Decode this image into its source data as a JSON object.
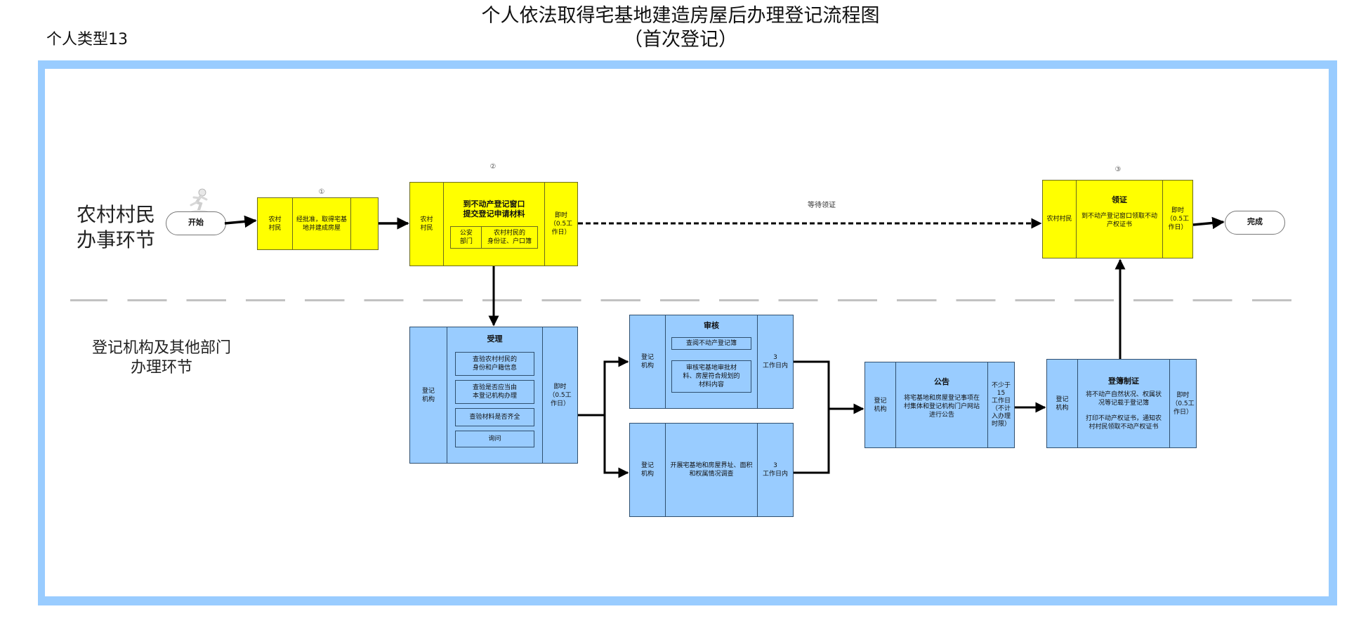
{
  "header": {
    "title": "个人依法取得宅基地建造房屋后办理登记流程图",
    "subtitle": "（首次登记）",
    "type_label": "个人类型13"
  },
  "lanes": {
    "villager": "农村村民\n办事环节",
    "villager_line1": "农村村民",
    "villager_line2": "办事环节",
    "agency_line1": "登记机构及其他部门",
    "agency_line2": "办理环节"
  },
  "terminals": {
    "start": "开始",
    "finish": "完成"
  },
  "step_numbers": [
    "①",
    "②",
    "③"
  ],
  "wait_label": "等待领证",
  "step1": {
    "actor": [
      "农村",
      "村民"
    ],
    "content": [
      "经批准，取得宅基",
      "地并建成房屋"
    ],
    "time": ""
  },
  "step2": {
    "actor": [
      "农村",
      "村民"
    ],
    "heading": [
      "到不动产登记窗口",
      "提交登记申请材料"
    ],
    "inner_left": [
      "公安",
      "部门"
    ],
    "inner_right": [
      "农村村民的",
      "身份证、户口簿"
    ],
    "time": [
      "即时",
      "（0.5工",
      "作日）"
    ]
  },
  "step3": {
    "actor": "农村村民",
    "heading": "领证",
    "content": [
      "到不动产登记窗口领取不动",
      "产权证书"
    ],
    "time": [
      "即时",
      "（0.5工",
      "作日）"
    ]
  },
  "accept": {
    "actor": [
      "登记",
      "机构"
    ],
    "heading": "受理",
    "items": [
      [
        "查验农村村民的",
        "身份和户籍信息"
      ],
      [
        "查验是否应当由",
        "本登记机构办理"
      ],
      [
        "查验材料是否齐全"
      ],
      [
        "询问"
      ]
    ],
    "time": [
      "即时",
      "（0.5工",
      "作日）"
    ]
  },
  "review": {
    "actor": [
      "登记",
      "机构"
    ],
    "heading": "审核",
    "items": [
      [
        "查阅不动产登记簿"
      ],
      [
        "审核宅基地审批材",
        "料、房屋符合规划的",
        "材料内容"
      ]
    ],
    "time": [
      "3",
      "工作日内"
    ]
  },
  "survey": {
    "actor": [
      "登记",
      "机构"
    ],
    "content": [
      "开展宅基地和房屋界址、面积",
      "和权属情况调查"
    ],
    "time": [
      "3",
      "工作日内"
    ]
  },
  "notice": {
    "actor": [
      "登记",
      "机构"
    ],
    "heading": "公告",
    "content": [
      "将宅基地和房屋登记事项在",
      "村集体和登记机构门户网站",
      "进行公告"
    ],
    "time": [
      "不少于",
      "15",
      "工作日",
      "（不计",
      "入办理",
      "时限）"
    ]
  },
  "certify": {
    "actor": [
      "登记",
      "机构"
    ],
    "heading": "登簿制证",
    "content1": [
      "将不动产自然状况、权属状",
      "况等记载于登记簿"
    ],
    "content2": [
      "打印不动产权证书，通知农",
      "村村民领取不动产权证书"
    ],
    "time": [
      "即时",
      "（0.5工",
      "作日）"
    ]
  },
  "colors": {
    "frame": "#99ccff",
    "citizen_box": "#ffff00",
    "agency_box": "#99ccff",
    "divider": "#c2c2c2",
    "arrow": "#000000"
  }
}
